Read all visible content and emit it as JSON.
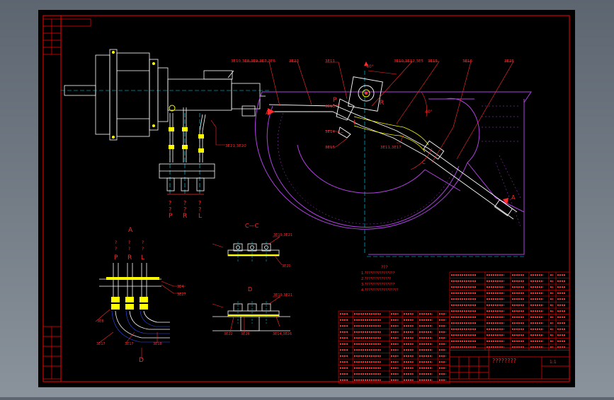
{
  "colors": {
    "background": "#000000",
    "frame": "#ff0000",
    "outline": "#ffffff",
    "dimension": "#ff2a2a",
    "purple": "#b040e0",
    "cyan": "#00e0ff",
    "yellow": "#ffff00",
    "green": "#00ff66",
    "blue": "#3050ff"
  },
  "callouts": {
    "c1": "3E10,3E8,3E9,3E7,3E6",
    "c2": "3E23",
    "c3": "3E11",
    "c4": "3E10,3E12,3E5",
    "c5": "3E15",
    "c6": "3E16",
    "c7": "3E25",
    "c8": "3E13",
    "c9": "3E14",
    "c10": "3E15",
    "c11": "3E11,3E17",
    "c12": "3E21,3E20"
  },
  "port_labels": {
    "p": "P",
    "r": "R",
    "l": "L"
  },
  "section_labels": {
    "a_top": "A",
    "cc": "C—C",
    "d": "D",
    "d_bottom": "D",
    "a_right": "A",
    "c_right": "C"
  },
  "angle_marks": {
    "a1": "40°",
    "a2": "40°"
  },
  "view_a_callouts": {
    "v1": "3E4",
    "v2": "3E27",
    "v3": "3E8",
    "v4": "3E17",
    "v5": "3E17",
    "v6": "3E18"
  },
  "view_c_callouts": {
    "cc1": "3E19,3E21",
    "cc2": "3E20",
    "d1": "3E19,3E21",
    "d2": "3E22",
    "d3": "3E28",
    "d4": "3E14,3E26"
  },
  "notes": {
    "title": "???",
    "lines": [
      "1.????????????????",
      "2.??????????????",
      "3.????????????????",
      "4.??????????????????"
    ]
  },
  "title_block": {
    "drawing_name": "????????",
    "scale": "1:1"
  }
}
